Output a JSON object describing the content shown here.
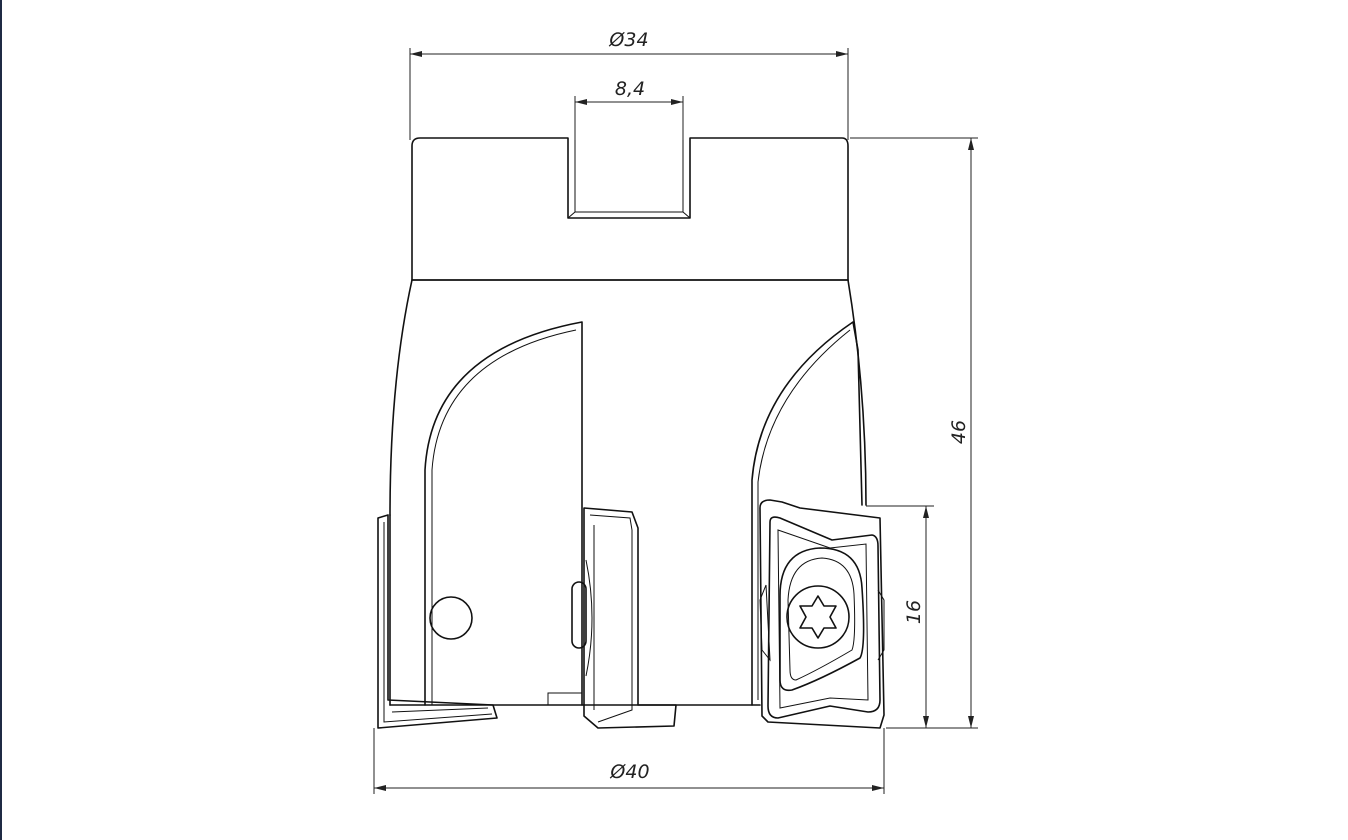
{
  "dimensions": {
    "shank_diameter": "Ø34",
    "slot_width": "8,4",
    "total_height": "46",
    "insert_height": "16",
    "cutting_diameter": "Ø40"
  },
  "colors": {
    "line": "#111111",
    "frame": "#1f2a44",
    "background": "#ffffff"
  }
}
